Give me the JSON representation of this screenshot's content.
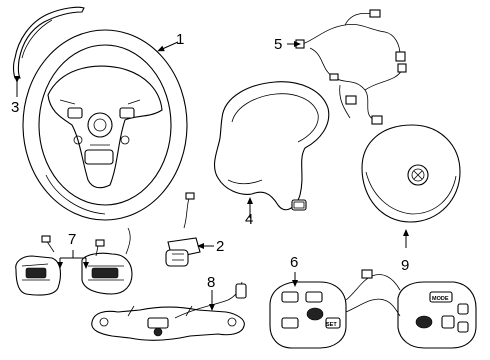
{
  "callouts": [
    "1",
    "2",
    "3",
    "4",
    "5",
    "6",
    "7",
    "8",
    "9"
  ],
  "button_labels": {
    "mode": "MODE",
    "set": "SET"
  }
}
